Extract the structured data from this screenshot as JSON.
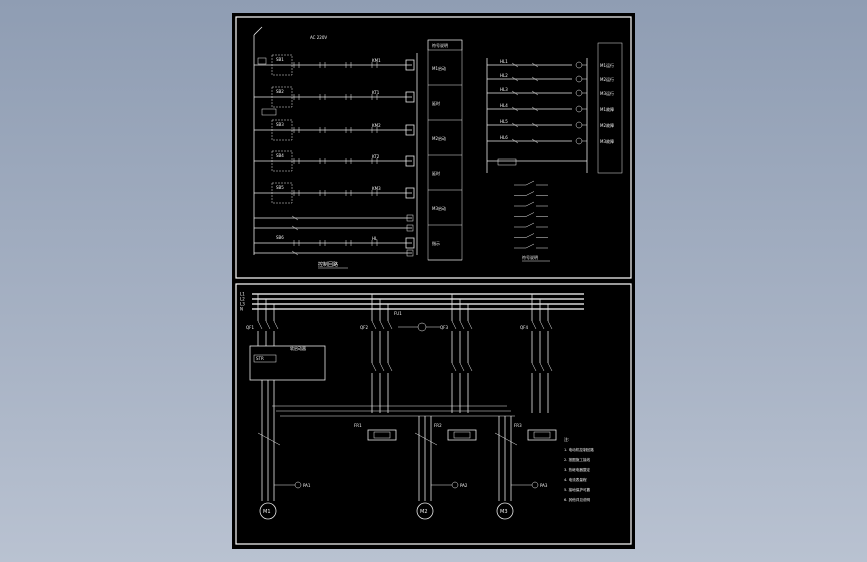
{
  "top_panel": {
    "supply_label": "AC 220V",
    "section_title": "控制回路",
    "legend_title": "符号说明",
    "rungs": [
      {
        "tag": "SB1",
        "coil": "KM1",
        "desc": "M1启动"
      },
      {
        "tag": "SB2",
        "coil": "KT1",
        "desc": "延时"
      },
      {
        "tag": "SB3",
        "coil": "KM2",
        "desc": "M2启动"
      },
      {
        "tag": "SB4",
        "coil": "KT2",
        "desc": "延时"
      },
      {
        "tag": "SB5",
        "coil": "KM3",
        "desc": "M3启动"
      },
      {
        "tag": "SB6",
        "coil": "HL",
        "desc": "指示"
      }
    ],
    "right_rungs": [
      {
        "tag": "HL1",
        "desc": "M1运行"
      },
      {
        "tag": "HL2",
        "desc": "M2运行"
      },
      {
        "tag": "HL3",
        "desc": "M3运行"
      },
      {
        "tag": "HL4",
        "desc": "M1故障"
      },
      {
        "tag": "HL5",
        "desc": "M2故障"
      },
      {
        "tag": "HL6",
        "desc": "M3故障"
      }
    ]
  },
  "bottom_panel": {
    "phases": [
      "L1",
      "L2",
      "L3",
      "N"
    ],
    "breakers": [
      "QF1",
      "QF2",
      "QF3",
      "QF4"
    ],
    "starter_label": "软启动器",
    "starter_tag": "STR",
    "fuse_label": "FU1",
    "relays": [
      "FR1",
      "FR2",
      "FR3"
    ],
    "ammeters": [
      "PA1",
      "PA2",
      "PA3"
    ],
    "motors": [
      "M1",
      "M2",
      "M3"
    ],
    "notes_title": "注:",
    "notes": [
      "1. 电动机控制回路",
      "2. 按图施工接线",
      "3. 热继电器整定",
      "4. 电流表量程",
      "5. 接地保护可靠",
      "6. 其他详见说明"
    ]
  },
  "colors": {
    "background_top": "#8f9db3",
    "sheet": "#000000",
    "line": "#e8e8e8"
  }
}
